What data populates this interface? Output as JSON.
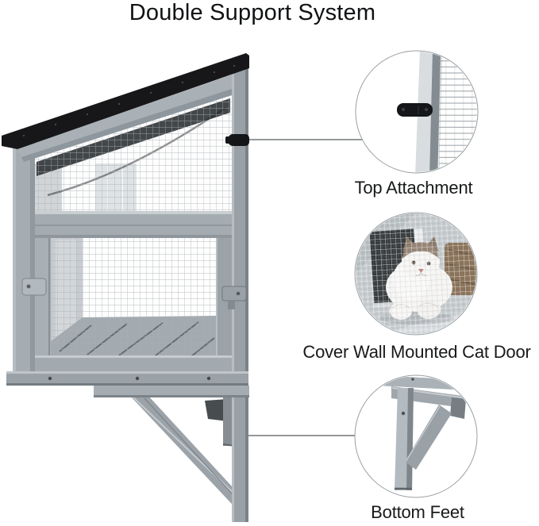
{
  "title": "Double Support System",
  "callouts": [
    {
      "id": "top-attachment",
      "label": "Top Attachment"
    },
    {
      "id": "cover-wall-mounted-cat-door",
      "label": "Cover Wall Mounted Cat Door"
    },
    {
      "id": "bottom-feet",
      "label": "Bottom Feet"
    }
  ],
  "colors": {
    "background": "#ffffff",
    "text": "#111416",
    "wood_gray": "#a5adb3",
    "wood_gray_dark": "#7e868c",
    "wood_gray_light": "#d6dadd",
    "roof_black": "#171719",
    "mesh_wire": "#a9b0b4",
    "leader_line": "#565a5c",
    "circle_border": "#9a9fa2",
    "cat_fur": "#f5f4f2",
    "cat_markings": "#978575"
  }
}
